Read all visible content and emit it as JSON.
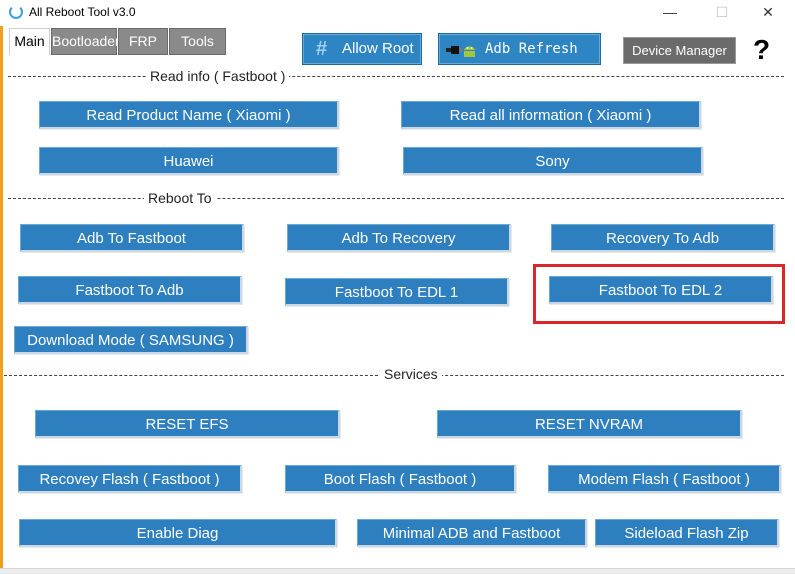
{
  "window": {
    "title": "All Reboot Tool v3.0",
    "controls": {
      "minimize": "—",
      "maximize": "☐",
      "close": "✕"
    }
  },
  "tabs": [
    "Main",
    "Bootloader",
    "FRP",
    "Tools"
  ],
  "toolbar": {
    "allow_root": "Allow Root",
    "adb_refresh": "Adb Refresh",
    "device_manager": "Device Manager",
    "help": "?"
  },
  "sections": {
    "read_info": "Read info ( Fastboot )",
    "reboot_to": "Reboot To",
    "services": "Services"
  },
  "buttons": {
    "read_product_name": "Read Product Name ( Xiaomi )",
    "read_all_info": "Read all information ( Xiaomi )",
    "huawei": "Huawei",
    "sony": "Sony",
    "adb_to_fastboot": "Adb To Fastboot",
    "adb_to_recovery": "Adb To Recovery",
    "recovery_to_adb": "Recovery To Adb",
    "fastboot_to_adb": "Fastboot To Adb",
    "fastboot_to_edl1": "Fastboot To EDL 1",
    "fastboot_to_edl2": "Fastboot To EDL 2",
    "download_mode": "Download Mode ( SAMSUNG )",
    "reset_efs": "RESET EFS",
    "reset_nvram": "RESET NVRAM",
    "recovery_flash": "Recovey Flash ( Fastboot )",
    "boot_flash": "Boot Flash ( Fastboot )",
    "modem_flash": "Modem Flash ( Fastboot )",
    "enable_diag": "Enable Diag",
    "minimal_adb": "Minimal ADB and Fastboot",
    "sideload_flash": "Sideload Flash Zip"
  },
  "colors": {
    "button_blue": "#2d7fbf",
    "tab_inactive": "#8a8a8a",
    "device_manager": "#6b6b6b",
    "highlight_red": "#d8262b"
  },
  "icons": {
    "app": "refresh-ring-icon",
    "allow_root": "hash-icon",
    "adb_refresh": "usb-android-icon"
  }
}
